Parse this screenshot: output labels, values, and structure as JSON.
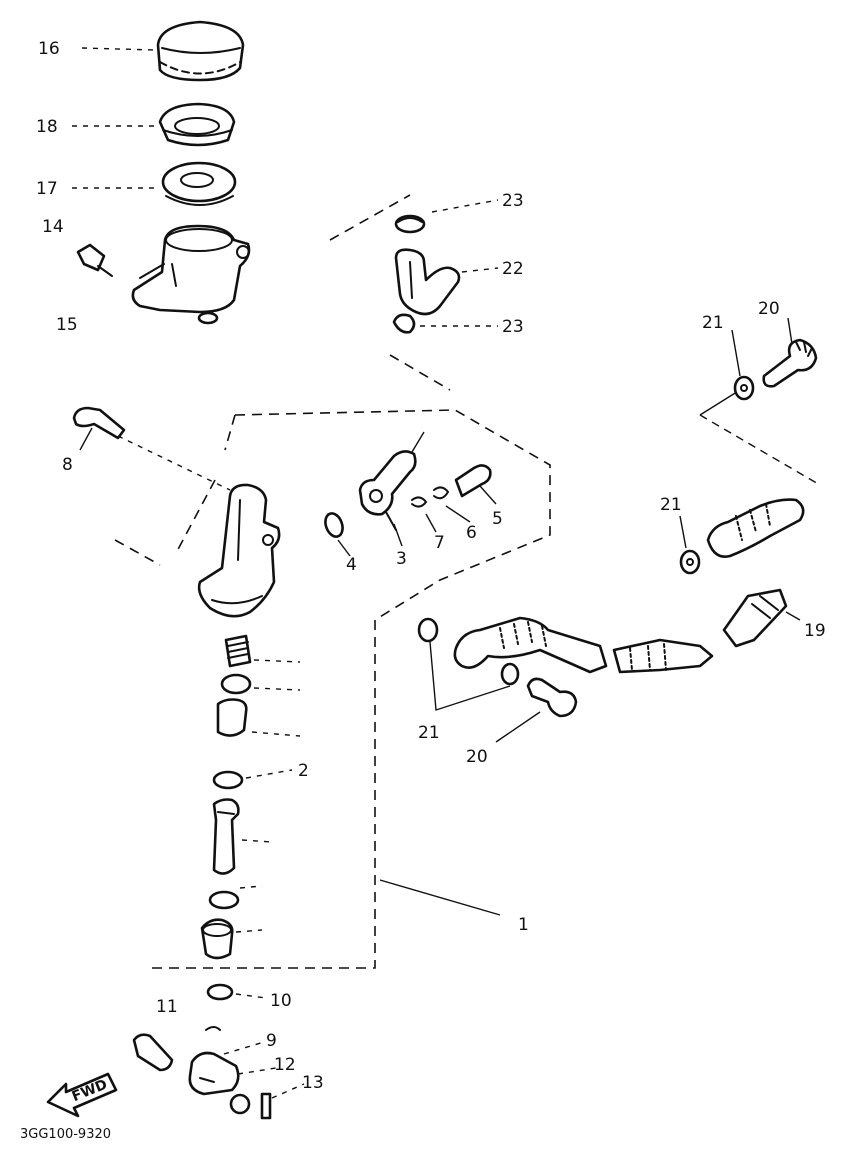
{
  "labels": {
    "p1": "1",
    "p2": "2",
    "p3": "3",
    "p4": "4",
    "p5": "5",
    "p6": "6",
    "p7": "7",
    "p8": "8",
    "p9": "9",
    "p10": "10",
    "p11": "11",
    "p12": "12",
    "p13": "13",
    "p14": "14",
    "p15": "15",
    "p16": "16",
    "p17": "17",
    "p18": "18",
    "p19": "19",
    "p20a": "20",
    "p20b": "20",
    "p21a": "21",
    "p21b": "21",
    "p21c": "21",
    "p22": "22",
    "p23a": "23",
    "p23b": "23"
  },
  "fwd": "FWD",
  "diagram_code": "3GG100-9320"
}
